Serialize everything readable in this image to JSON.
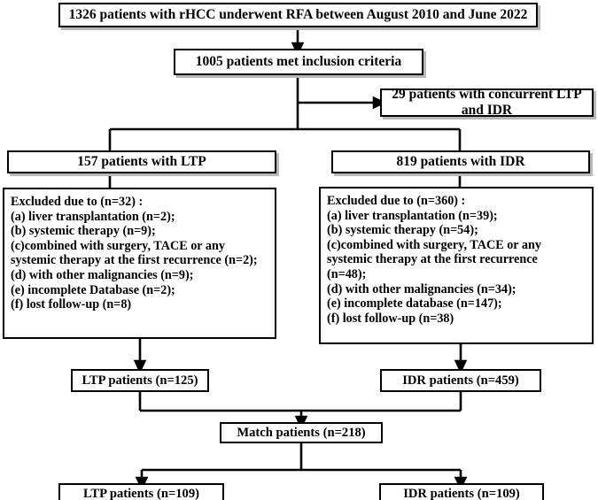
{
  "diagram": {
    "title": "Patient selection flow chart",
    "type": "flowchart",
    "background_color": "#ffffff",
    "line_color": "#000000",
    "box_border_color": "#000000",
    "shadow_color": "#b8b8b8"
  },
  "nodes": {
    "enrolled": {
      "label": "1326 patients with rHCC underwent RFA between August  2010 and June  2022"
    },
    "inclusion": {
      "label": "1005 patients met inclusion criteria"
    },
    "concurrent": {
      "label": "29 patients with concurrent LTP and IDR"
    },
    "ltp_group": {
      "label": "157 patients with LTP"
    },
    "idr_group": {
      "label": "819 patients with IDR"
    },
    "ltp_excluded": {
      "lines": [
        "Excluded due to (n=32) :",
        "(a) liver transplantation (n=2);",
        "(b) systemic therapy (n=9);",
        "(c)combined with surgery, TACE or any",
        "systemic therapy at the first recurrence (n=2);",
        "(d) with other malignancies (n=9);",
        "(e) incomplete Database (n=2);",
        "(f) lost follow-up (n=8)"
      ]
    },
    "idr_excluded": {
      "lines": [
        "Excluded due to (n=360) :",
        "(a) liver transplantation (n=39);",
        "(b) systemic therapy (n=54);",
        "(c)combined with surgery, TACE or any",
        "systemic therapy at the first recurrence",
        "(n=48);",
        "(d) with other malignancies (n=34);",
        "(e) incomplete database (n=147);",
        "(f) lost follow-up (n=38)"
      ]
    },
    "ltp_remaining": {
      "label": "LTP patients (n=125)"
    },
    "idr_remaining": {
      "label": "IDR patients (n=459)"
    },
    "matched": {
      "label": "Match patients (n=218)"
    },
    "ltp_matched": {
      "label": "LTP patients (n=109)"
    },
    "idr_matched": {
      "label": "IDR patients (n=109)"
    }
  }
}
